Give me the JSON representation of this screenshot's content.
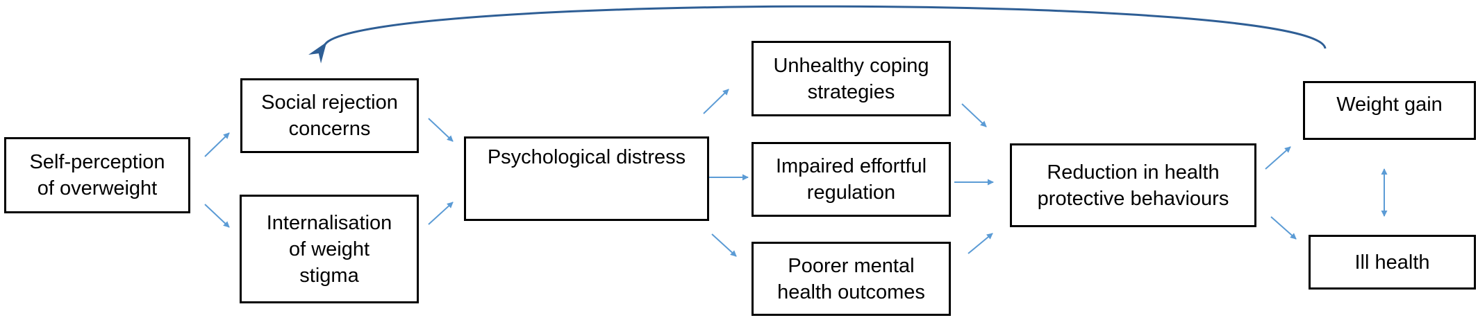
{
  "diagram": {
    "colors": {
      "arrow": "#5b9bd5",
      "feedback_arrow": "#2e5e95",
      "box_border": "#000000",
      "text": "#000000"
    },
    "boxes": {
      "self_perception": "Self-perception\nof overweight",
      "social_rejection": "Social rejection\nconcerns",
      "internalisation": "Internalisation\nof weight\nstigma",
      "psych_distress": "Psychological distress",
      "unhealthy_coping": "Unhealthy coping\nstrategies",
      "impaired_regulation": "Impaired effortful\nregulation",
      "poorer_mental": "Poorer mental\nhealth outcomes",
      "reduction_health": "Reduction in health\nprotective behaviours",
      "weight_gain": "Weight gain",
      "ill_health": "Ill health"
    }
  }
}
